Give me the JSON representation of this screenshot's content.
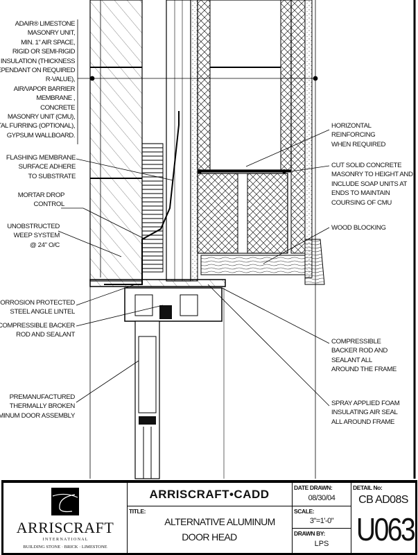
{
  "left_labels": [
    {
      "id": "wall-assembly",
      "text": "ADAIR® LIMESTONE\nMASONRY UNIT,\nMIN. 1\" AIR SPACE,\nRIGID OR SEMI-RIGID\nINSULATION (THICKNESS\nDEPENDANT ON REQUIRED\nR-VALUE),\nAIR/VAPOR BARRIER\nMEMBRANE ,\nCONCRETE\nMASONRY UNIT (CMU),\nMETAL FURRING (OPTIONAL),\nGYPSUM WALLBOARD."
    },
    {
      "id": "flashing",
      "text": "FLASHING MEMBRANE\nSURFACE ADHERE\nTO SUBSTRATE"
    },
    {
      "id": "mortar-drop",
      "text": "MORTAR DROP\nCONTROL"
    },
    {
      "id": "weep",
      "text": "UNOBSTRUCTED\nWEEP SYSTEM\n@ 24\" O/C"
    },
    {
      "id": "lintel",
      "text": "CORROSION PROTECTED\nSTEEL ANGLE LINTEL"
    },
    {
      "id": "backer-rod",
      "text": "COMPRESSIBLE BACKER\nROD AND SEALANT"
    },
    {
      "id": "door-assembly",
      "text": "PREMANUFACTURED\nTHERMALLY BROKEN\nALUMINUM DOOR ASSEMBLY"
    }
  ],
  "right_labels": [
    {
      "id": "reinforcing",
      "text": "HORIZONTAL\nREINFORCING\nWHEN REQUIRED"
    },
    {
      "id": "cut-concrete",
      "text": "CUT SOLID CONCRETE\nMASONRY TO HEIGHT AND\nINCLUDE SOAP UNITS AT\nENDS TO MAINTAIN\nCOURSING OF CMU"
    },
    {
      "id": "wood-blocking",
      "text": "WOOD BLOCKING"
    },
    {
      "id": "backer-frame",
      "text": "COMPRESSIBLE\nBACKER ROD AND\nSEALANT ALL\nAROUND THE FRAME"
    },
    {
      "id": "spray-foam",
      "text": "SPRAY APPLIED FOAM\nINSULATING AIR SEAL\nALL AROUND FRAME"
    }
  ],
  "title_block": {
    "company": "ARRISCRAFT",
    "company_sub": "I N T E R N A T I O N A L",
    "company_tagline": "BUILDING STONE · BRICK · LIMESTONE",
    "cadd": "ARRISCRAFT•CADD",
    "title_label": "TITLE:",
    "title_line1": "ALTERNATIVE ALUMINUM",
    "title_line2": "DOOR HEAD",
    "date_label": "DATE DRAWN:",
    "date": "08/30/04",
    "scale_label": "SCALE:",
    "scale": "3\"=1'-0\"",
    "drawn_label": "DRAWN BY:",
    "drawn": "LPS",
    "detail_label": "DETAIL No:",
    "detail_code": "CB AD08S",
    "detail_number": "U063"
  }
}
